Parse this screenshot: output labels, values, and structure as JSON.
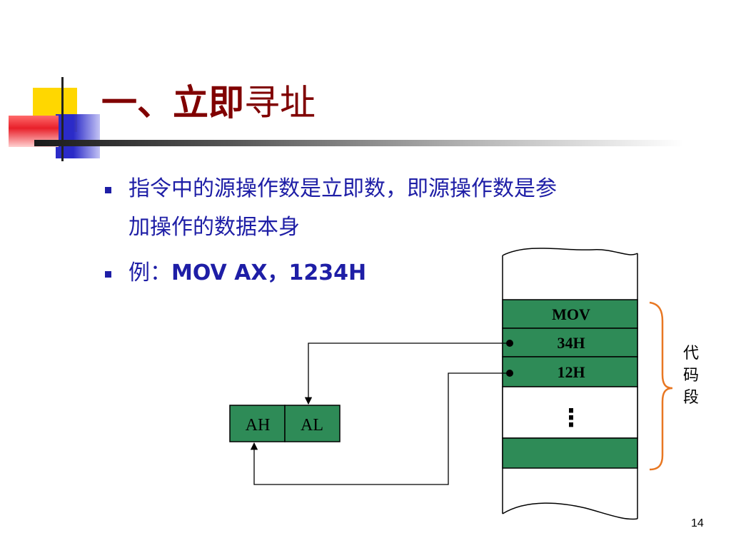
{
  "title": {
    "part1": "一、立即",
    "part2": "寻址"
  },
  "bullets": {
    "b1_line1": "指令中的源操作数是立即数，即源操作数是参",
    "b1_line2": "加操作的数据本身",
    "b2_prefix": "例：",
    "b2_code": "MOV  AX，1234H"
  },
  "memory": {
    "cells": [
      "MOV",
      "34H",
      "12H",
      "⋮",
      ""
    ],
    "bracket_label": [
      "代",
      "码",
      "段"
    ]
  },
  "registers": [
    "AH",
    "AL"
  ],
  "page_number": "14",
  "colors": {
    "cell_fill": "#2e8b57",
    "title": "#800000",
    "text": "#1e1ea6",
    "bracket": "#e87722"
  }
}
